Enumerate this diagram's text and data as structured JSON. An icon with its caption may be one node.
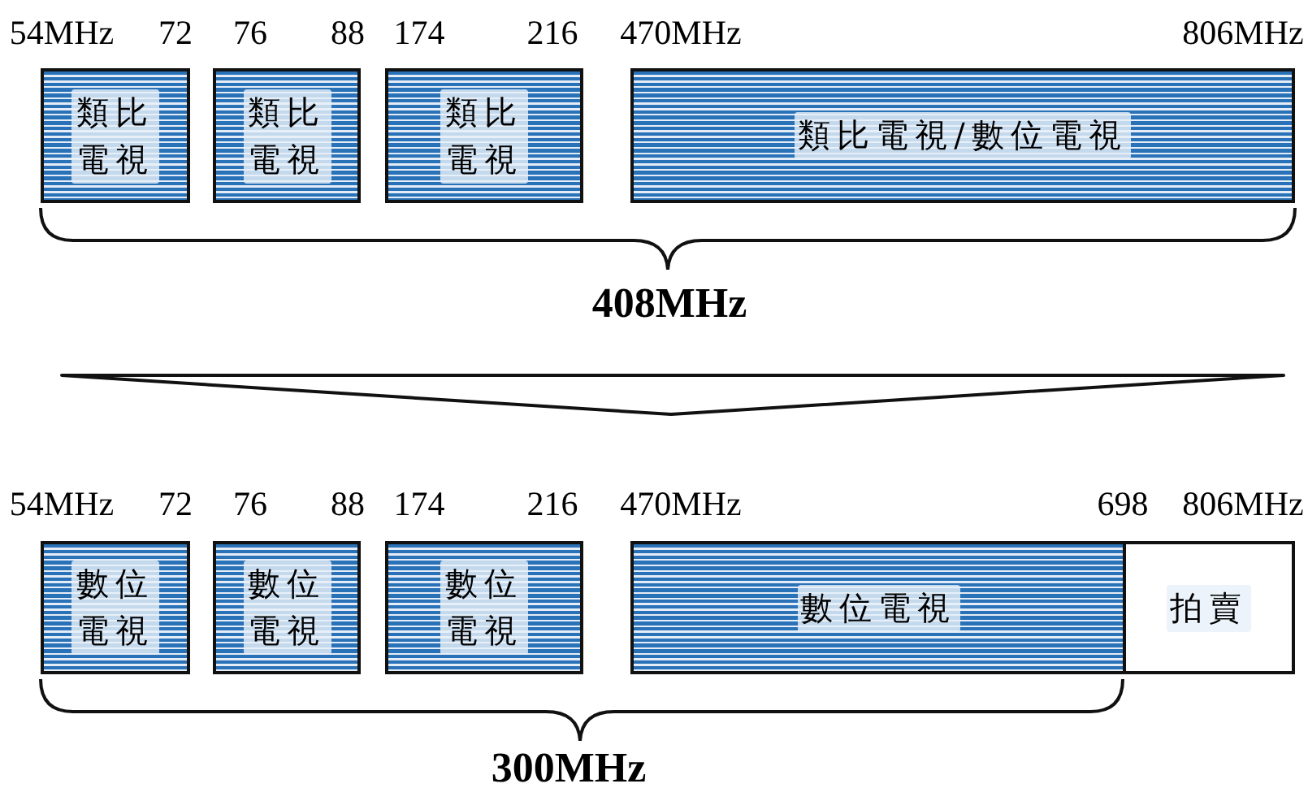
{
  "diagram": {
    "nodes": [
      {
        "text": [
          "類比電視"
        ]
      },
      {
        "text": [
          "類比電視"
        ]
      },
      {
        "text": [
          "類比電視"
        ]
      },
      {
        "text": [
          "類比電視/數位電視"
        ]
      },
      {
        "text": [
          "數位電視"
        ]
      },
      {
        "text": [
          "數位電視"
        ]
      },
      {
        "text": [
          "數位電視"
        ]
      },
      {
        "text": [
          "數位電視"
        ]
      },
      {
        "text": [
          "拍賣"
        ]
      }
    ],
    "labels": [
      "54MHz",
      "72",
      "76",
      "88",
      "174",
      "216",
      "470MHz",
      "806MHz",
      "408MHz",
      "54MHz",
      "72",
      "76",
      "88",
      "174",
      "216",
      "470MHz",
      "698",
      "806MHz",
      "300MHz"
    ]
  }
}
